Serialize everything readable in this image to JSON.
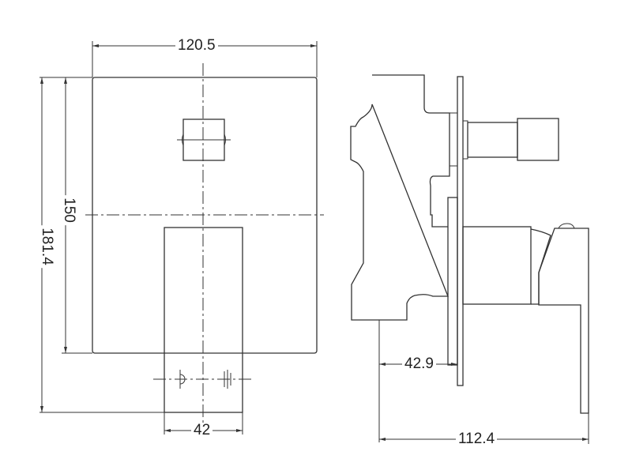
{
  "drawing": {
    "type": "technical dimension drawing",
    "subject": "shower mixer with diverter — front and side elevations",
    "units": "mm"
  },
  "front_view": {
    "dimensions": {
      "plate_width": "120.5",
      "plate_height": "150",
      "overall_height": "181.4",
      "handle_width": "42"
    }
  },
  "side_view": {
    "dimensions": {
      "wall_depth": "42.9",
      "overall_depth": "112.4"
    }
  },
  "colors": {
    "line": "#333333",
    "background": "#ffffff"
  }
}
